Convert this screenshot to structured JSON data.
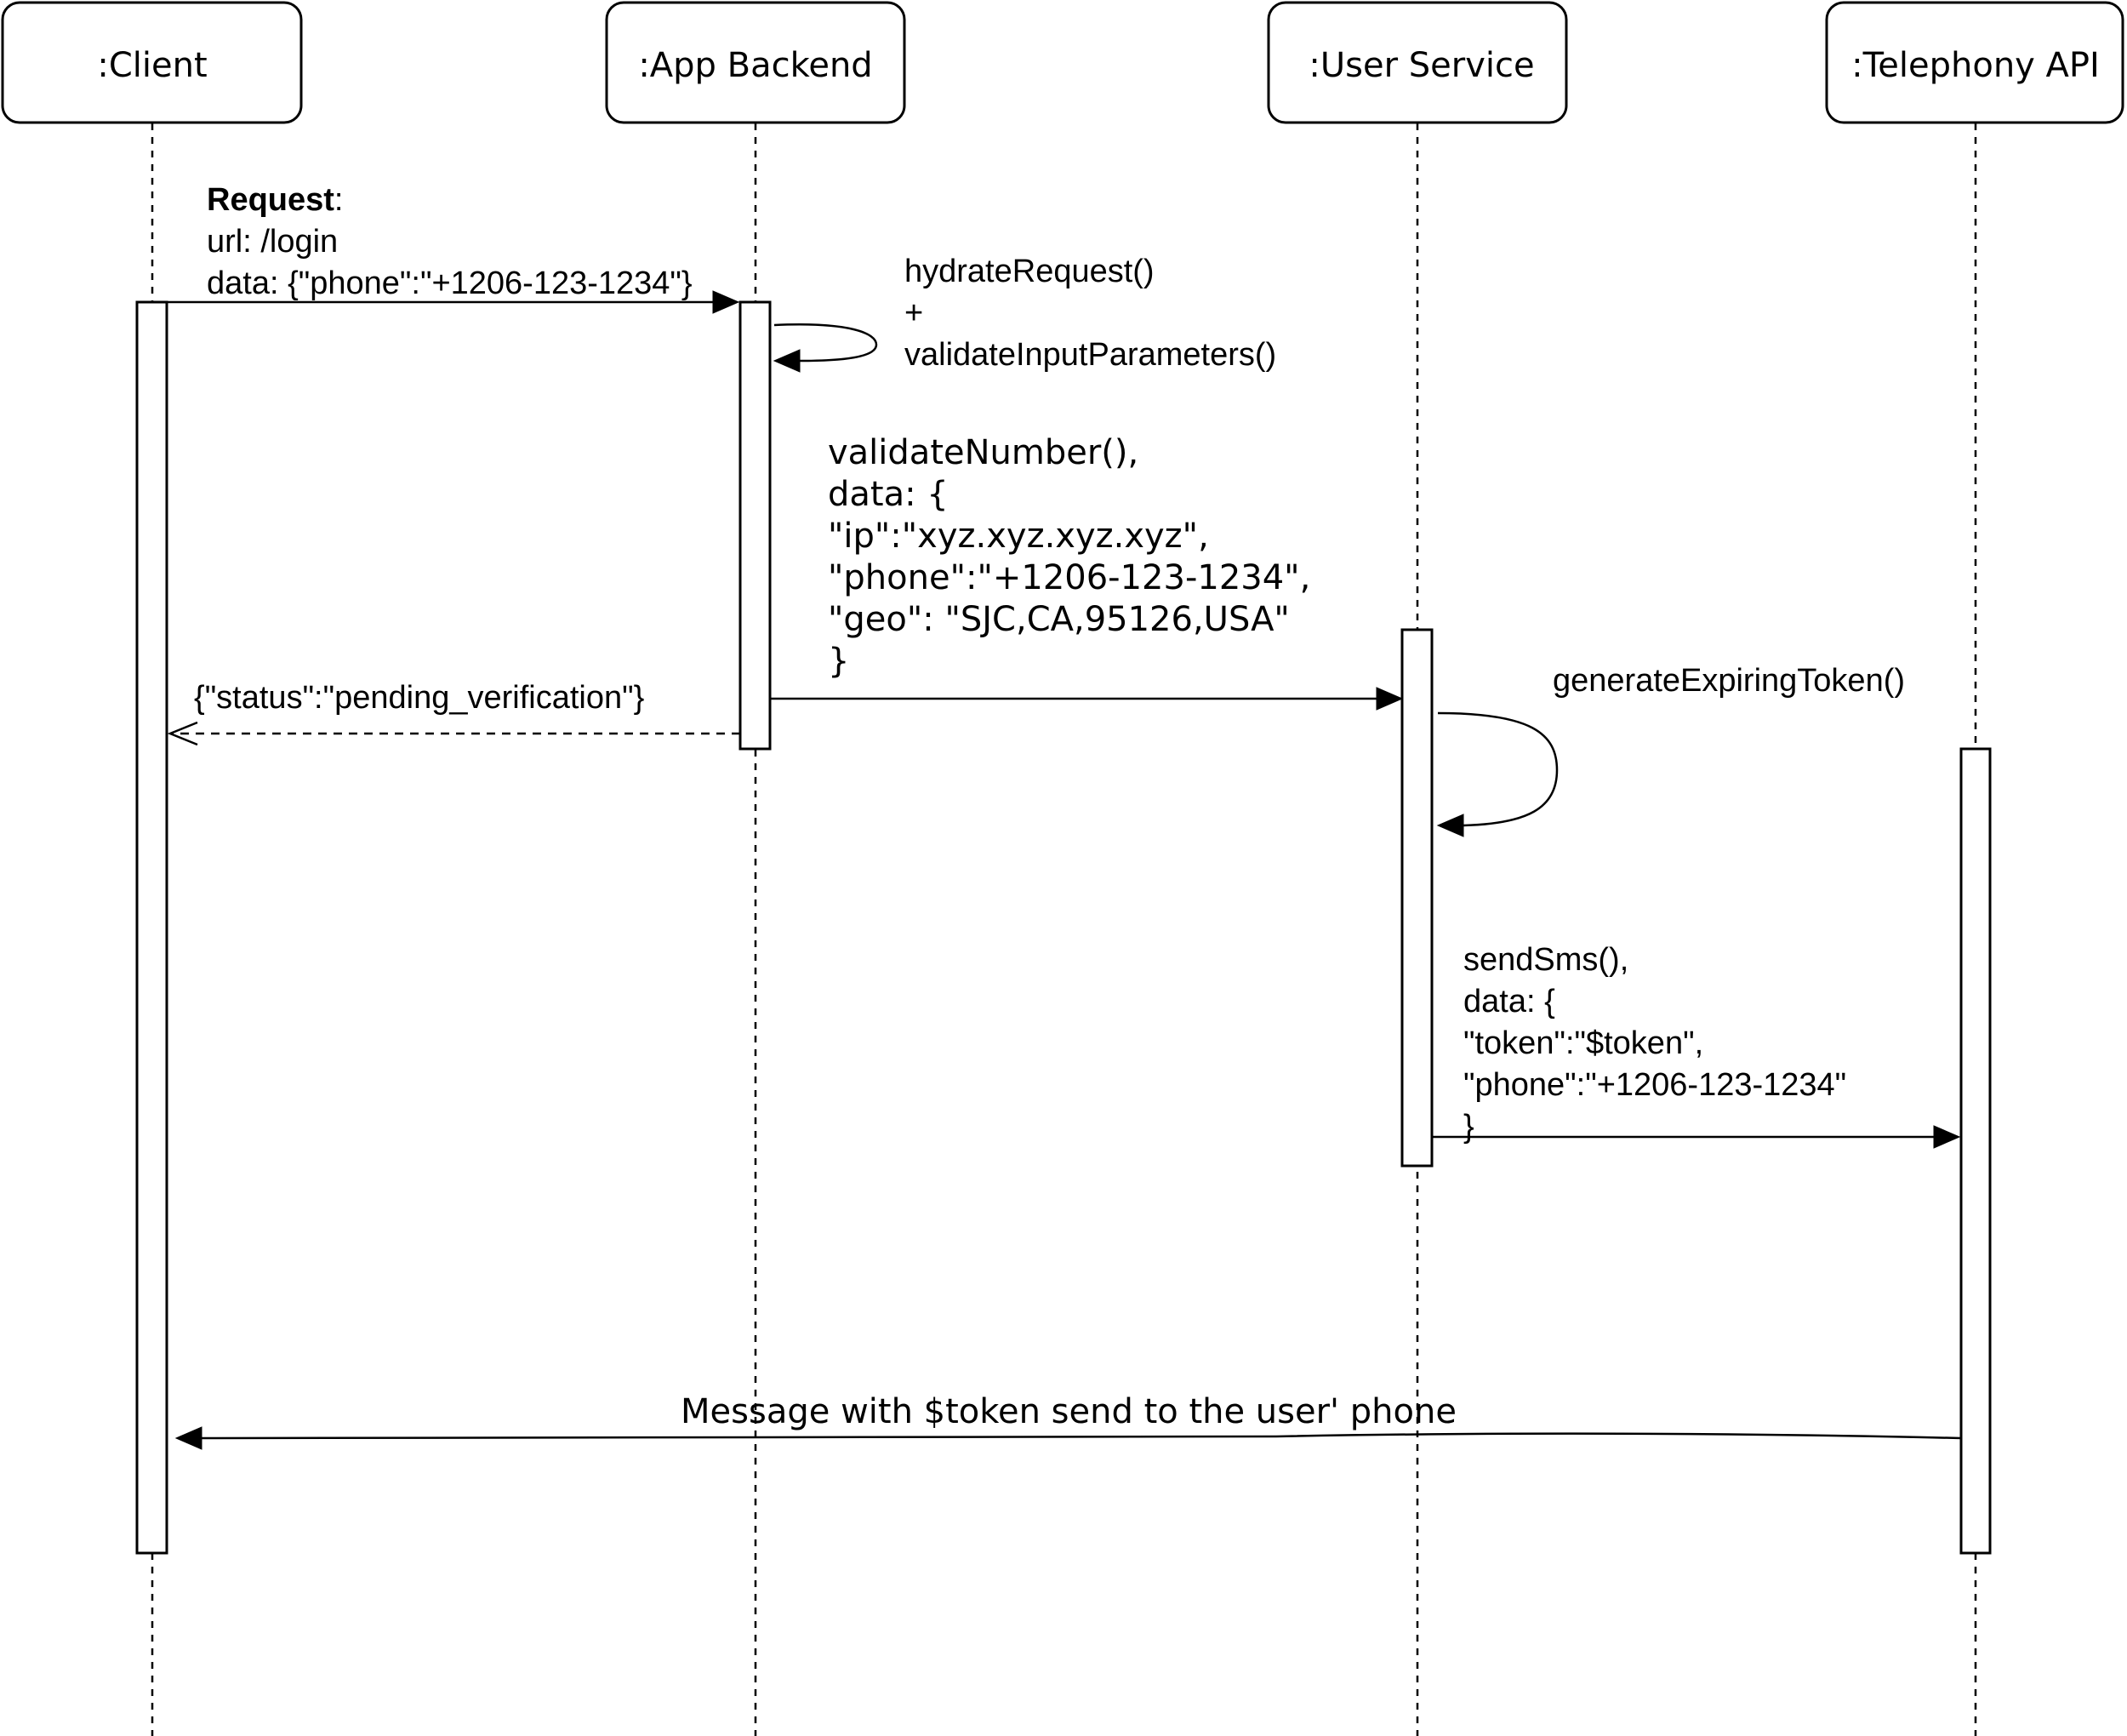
{
  "participants": [
    {
      "id": "client",
      "label": ":Client"
    },
    {
      "id": "app_backend",
      "label": ":App Backend"
    },
    {
      "id": "user_service",
      "label": ":User Service"
    },
    {
      "id": "telephony_api",
      "label": ":Telephony API"
    }
  ],
  "messages": {
    "request": {
      "title": "Request",
      "title_suffix": ":",
      "url": "url: /login",
      "data": "data: {\"phone\":\"+1206-123-1234\"}"
    },
    "hydrate": {
      "line1": "hydrateRequest()",
      "line2": "+",
      "line3": "validateInputParameters()"
    },
    "validate_number": {
      "lines": [
        "validateNumber(),",
        "data: {",
        "\"ip\":\"xyz.xyz.xyz.xyz\",",
        "\"phone\":\"+1206-123-1234\",",
        "\"geo\": \"SJC,CA,95126,USA\"",
        "}"
      ]
    },
    "status_return": "{\"status\":\"pending_verification\"}",
    "generate_token": "generateExpiringToken()",
    "send_sms": {
      "lines": [
        "sendSms(),",
        "data: {",
        "\"token\":\"$token\",",
        "\"phone\":\"+1206-123-1234\"",
        "}"
      ]
    },
    "sms_delivery": "Message with $token send to the user' phone"
  }
}
